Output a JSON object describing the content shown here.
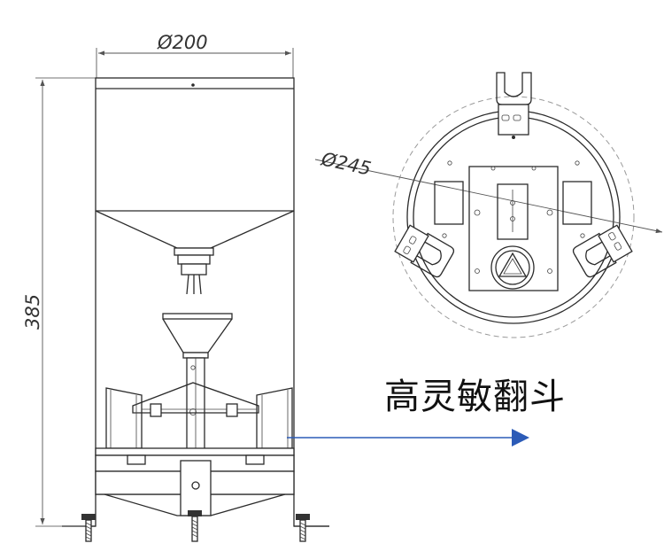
{
  "dimensions": {
    "diameter_gauge": "Ø200",
    "height_gauge": "385",
    "diameter_mount": "Ø245"
  },
  "callout": {
    "label": "高灵敏翻斗"
  },
  "colors": {
    "line": "#2b2b2b",
    "dim_line": "#555555",
    "arrow": "#2c5bb7",
    "dashed_circle": "#9a9a9a"
  }
}
